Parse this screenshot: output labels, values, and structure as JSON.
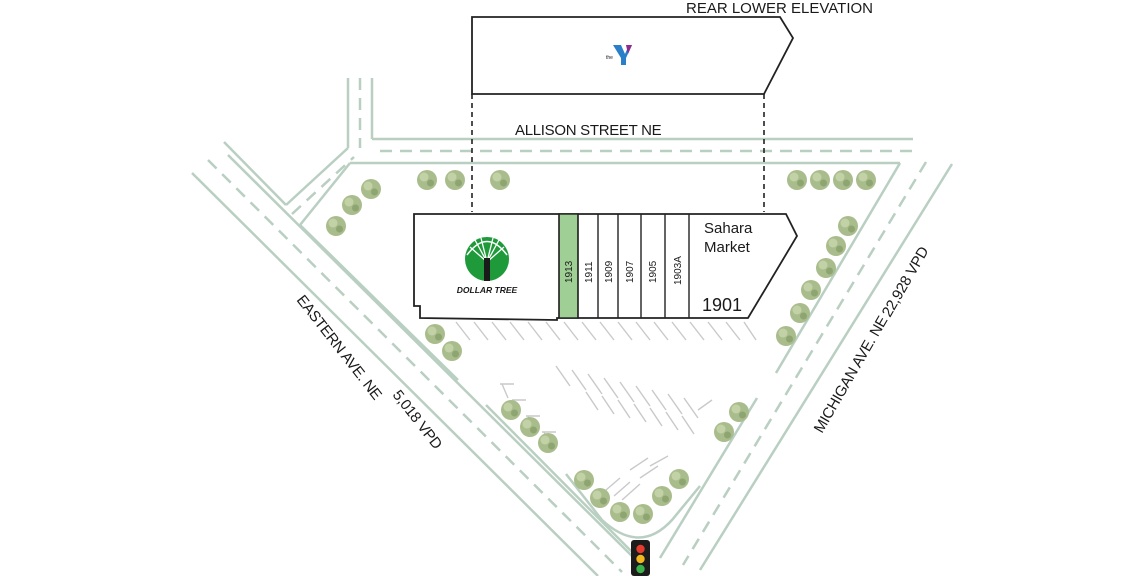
{
  "header": {
    "elevation_label": "REAR LOWER ELEVATION"
  },
  "rear_tenant": {
    "logo_text": "the"
  },
  "streets": {
    "allison": "ALLISON STREET NE",
    "eastern_name": "EASTERN AVE. NE",
    "eastern_traffic": "5,018 VPD",
    "michigan_name": "MICHIGAN AVE. NE",
    "michigan_traffic": "22,928 VPD"
  },
  "building": {
    "anchor_name": "DOLLAR TREE",
    "units": [
      {
        "number": "1913",
        "highlighted": true
      },
      {
        "number": "1911",
        "highlighted": false
      },
      {
        "number": "1909",
        "highlighted": false
      },
      {
        "number": "1907",
        "highlighted": false
      },
      {
        "number": "1905",
        "highlighted": false
      },
      {
        "number": "1903A",
        "highlighted": false
      }
    ],
    "end_tenant_line1": "Sahara",
    "end_tenant_line2": "Market",
    "end_tenant_number": "1901"
  },
  "colors": {
    "highlight": "#9fcf95",
    "road": "#b9cfc2",
    "tree": "#a9bc8c",
    "ymca_blue": "#2a7fc8",
    "ymca_purple": "#8f2a8f",
    "dollar_tree_green": "#1f9a3a",
    "signal_red": "#e33b2e",
    "signal_yellow": "#f2b71c",
    "signal_green": "#3cb34a"
  }
}
